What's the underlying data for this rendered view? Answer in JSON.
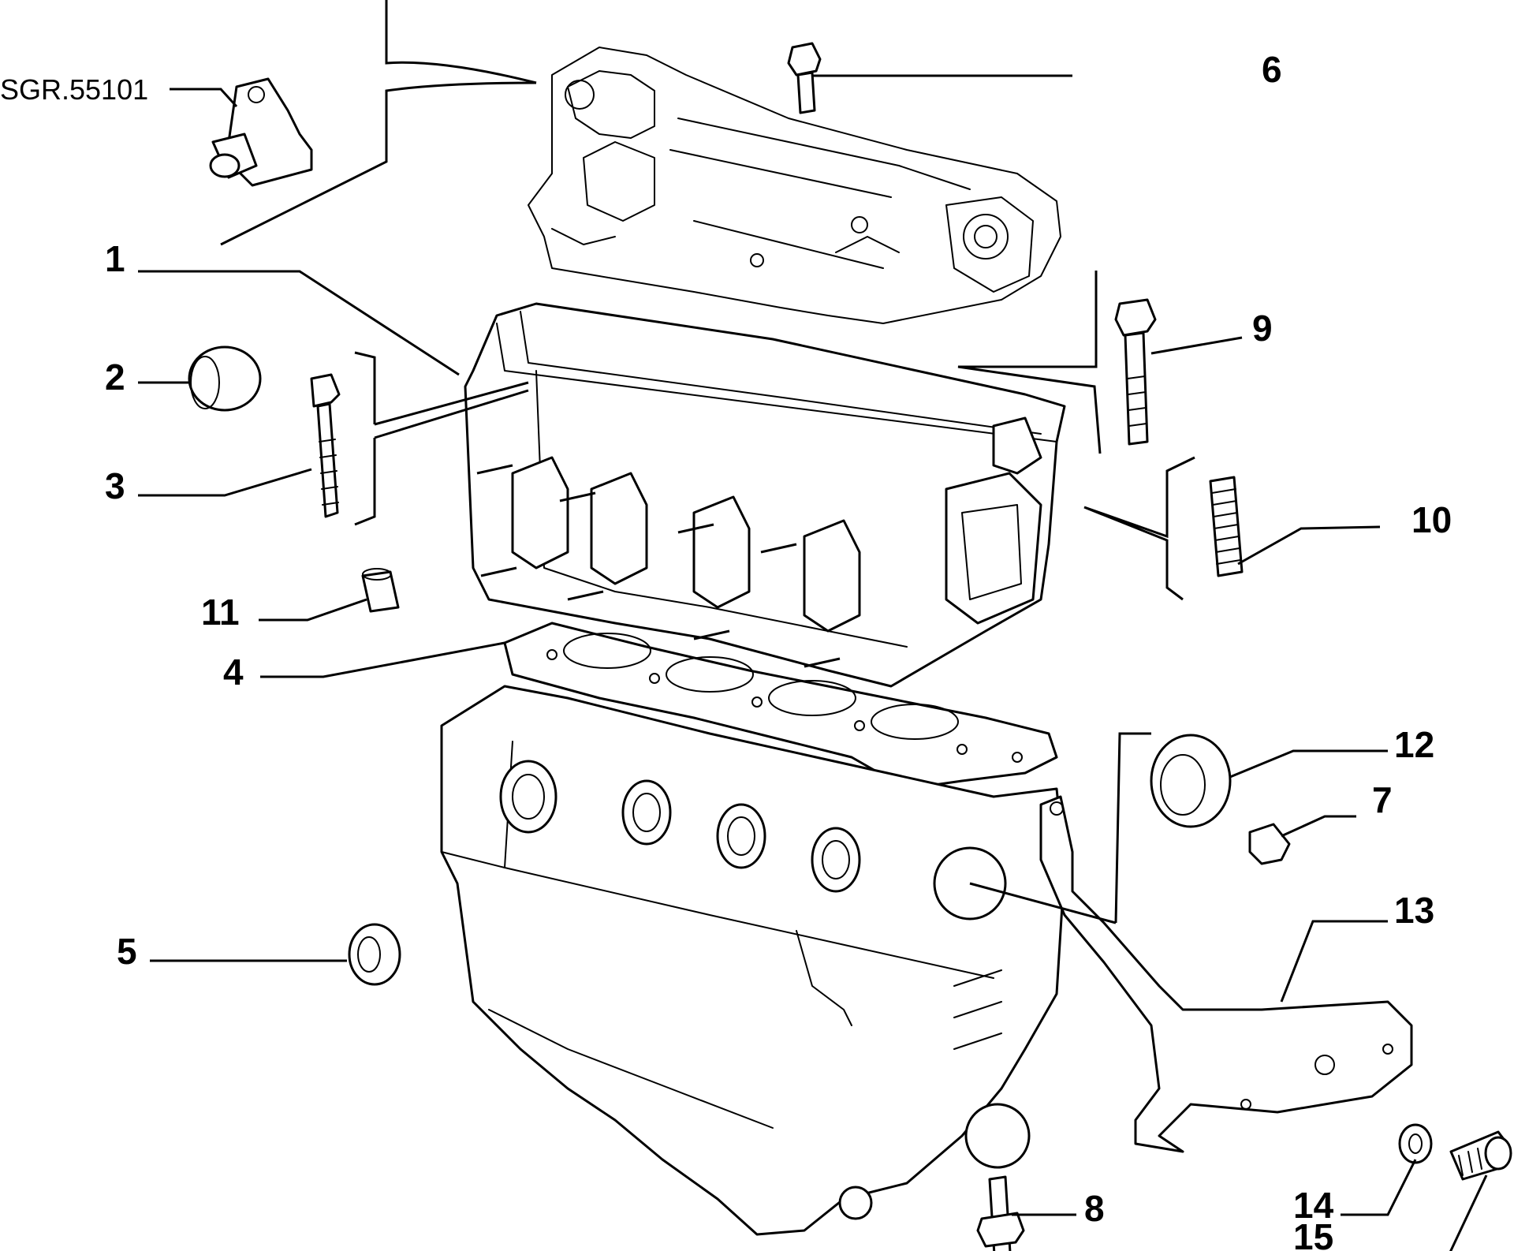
{
  "diagram": {
    "part_reference": "SGR.55101",
    "callouts": [
      {
        "id": "1",
        "label": "1"
      },
      {
        "id": "2",
        "label": "2"
      },
      {
        "id": "3",
        "label": "3"
      },
      {
        "id": "4",
        "label": "4"
      },
      {
        "id": "5",
        "label": "5"
      },
      {
        "id": "6",
        "label": "6"
      },
      {
        "id": "7",
        "label": "7"
      },
      {
        "id": "8",
        "label": "8"
      },
      {
        "id": "9",
        "label": "9"
      },
      {
        "id": "10",
        "label": "10"
      },
      {
        "id": "11",
        "label": "11"
      },
      {
        "id": "12",
        "label": "12"
      },
      {
        "id": "13",
        "label": "13"
      },
      {
        "id": "14",
        "label": "14"
      },
      {
        "id": "15",
        "label": "15"
      }
    ]
  }
}
